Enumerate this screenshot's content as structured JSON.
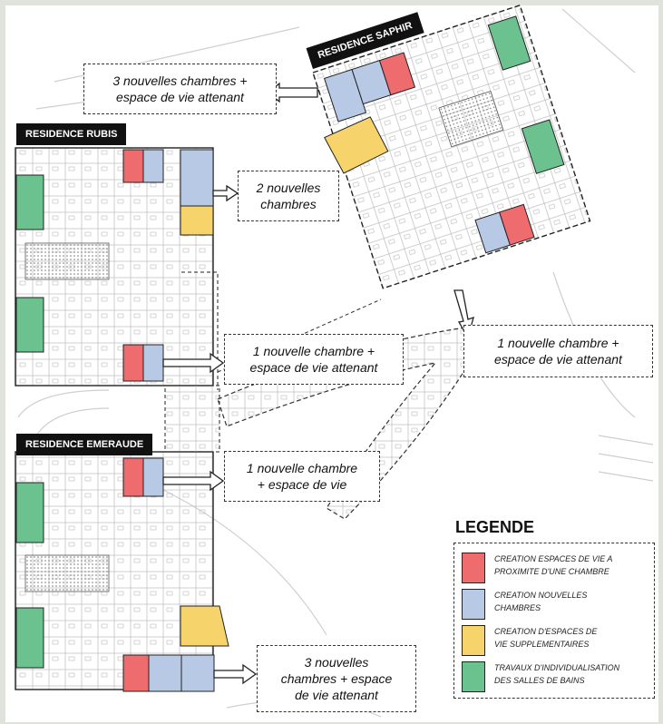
{
  "residences": {
    "saphir": "RESIDENCE SAPHIR",
    "rubis": "RESIDENCE RUBIS",
    "emeraude": "RESIDENCE EMERAUDE"
  },
  "callouts": {
    "saphir_main": "3 nouvelles chambres +\nespace de vie attenant",
    "rubis_top": "2 nouvelles\nchambres",
    "rubis_bottom": "1 nouvelle chambre +\nespace de vie attenant",
    "saphir_bottom": "1 nouvelle chambre +\nespace de vie attenant",
    "emeraude_top": "1 nouvelle chambre\n+ espace de vie",
    "emeraude_bottom": "3 nouvelles\nchambres + espace\nde vie attenant"
  },
  "legend": {
    "title": "LEGENDE",
    "items": [
      {
        "color": "#ee6b6e",
        "label": "CREATION ESPACES DE VIE A\nPROXIMITE D'UNE CHAMBRE"
      },
      {
        "color": "#b8c9e6",
        "label": "CREATION NOUVELLES\nCHAMBRES"
      },
      {
        "color": "#f6d36b",
        "label": "CREATION D'ESPACES DE\nVIE SUPPLEMENTAIRES"
      },
      {
        "color": "#6cc28f",
        "label": "TRAVAUX D'INDIVIDUALISATION\nDES SALLES DE BAINS"
      }
    ]
  },
  "colors": {
    "red": "#ee6b6e",
    "blue": "#b8c9e6",
    "yellow": "#f6d36b",
    "green": "#6cc28f",
    "line": "#333333"
  }
}
